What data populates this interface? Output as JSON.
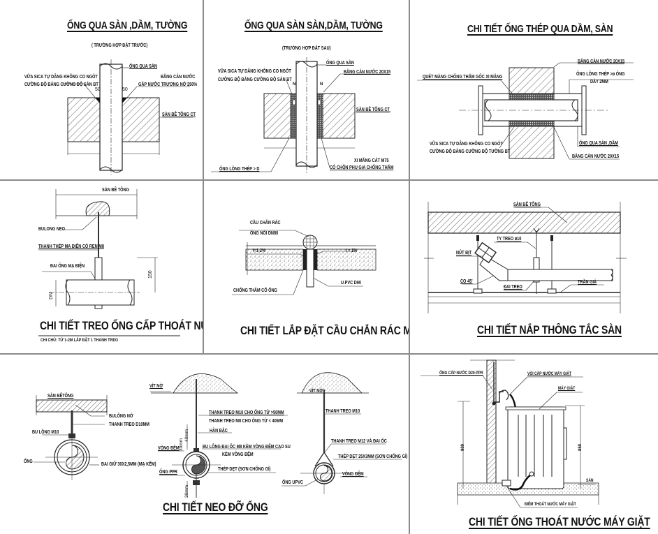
{
  "sheet": {
    "panels": [
      {
        "id": "pipe-through-slab-pre",
        "title": "ỐNG QUA SÀN ,DẦM, TƯỜNG",
        "subtitle": "( TRƯỜNG HỢP ĐẶT TRƯỚC)",
        "labels": {
          "pipe": "ỐNG QUA SÀN",
          "mortar_1": "VỮA SICA TỰ DÂNG KHÔNG CO NGÓT",
          "mortar_2": "CƯỜNG ĐỘ BẰNG CƯỜNG ĐỘ SÀN BT",
          "waterstop_1": "BĂNG CẢN NƯỚC",
          "waterstop_2": "GẶP NƯỚC TRƯƠNG NỞ 250%",
          "slab": "SÀN BÊ TÔNG CT",
          "dim_left": "50",
          "dim_right": "50"
        }
      },
      {
        "id": "pipe-through-slab-post",
        "title": "ỐNG QUA SÀN SÀN,DẦM, TƯỜNG",
        "subtitle": "(TRƯỜNG HỢP ĐẶT SAU)",
        "labels": {
          "pipe": "ỐNG QUA SÀN",
          "mortar_1": "VỮA SICA TỰ DÂNG KHÔNG CO NGÓT",
          "mortar_2": "CƯỜNG ĐỘ BẰNG CƯỜNG ĐỘ SÀN BT",
          "waterstop": "BĂNG CẢN NƯỚC 20X15",
          "slab": "SÀN BÊ TÔNG CT",
          "cement_1": "XI MĂNG CÁT M75",
          "cement_2": "CÓ CHỘN PHỤ GIA CHỐNG THẤM",
          "sleeve": "ỐNG LỒNG THÉP  >  D",
          "dim_left": "N",
          "dim_right": "N"
        }
      },
      {
        "id": "steel-pipe-through-beam",
        "title": "CHI TIẾT ỐNG THÉP QUA DẦM, SÀN",
        "labels": {
          "waterstop_top": "BĂNG CẢN NƯỚC 20X15",
          "coating": "QUÉT MÀNG CHỐNG THẤM GỐC XI MĂNG",
          "sleeve_1": "ỐNG LỒNG THÉP >ø ỐNG",
          "sleeve_2": "DÀY 2MM",
          "mortar_1": "VỮA SICA TỰ DÂNG KHÔNG CO NGÓT",
          "mortar_2": "CƯỜNG ĐỘ BẰNG CƯỜNG ĐỘ TƯỜNG BT",
          "pipe": "ỐNG QUA SÀN ,DẦM",
          "waterstop_bottom": "BĂNG CẢN NƯỚC 20X15"
        }
      },
      {
        "id": "pipe-hanger",
        "title": "CHI TIẾT TREO ỐNG CẤP THOÁT NƯỚC",
        "note": "CHI CHÚ: TỪ 1-2M LẮP ĐẶT 1 THANH TREO",
        "labels": {
          "slab": "SÀN BÊ TÔNG",
          "anchor": "BULONG NEO",
          "rod": "THANH THÉP MẠ ĐIỆN CÓ REN M8",
          "clamp": "ĐAI ỐNG MẠ ĐIỆN",
          "dim_150": "150",
          "dim_dn": "DN"
        }
      },
      {
        "id": "roof-drain-grate",
        "title": "CHI TIẾT LẮP ĐẶT CẦU CHẮN RÁC MÁI",
        "labels": {
          "grate_1": "CẦU CHẮN RÁC",
          "grate_2": "ỐNG NỐI DN80",
          "slope_left": "I=1-2%",
          "slope_right": "I = 1%",
          "waterproof": "CHỐNG THẤM CỔ ỐNG",
          "pipe": "U.PVC D90"
        }
      },
      {
        "id": "cleanout-floor",
        "title": "CHI TIẾT NẮP THÔNG TẮC SÀN",
        "labels": {
          "slab": "SÀN BÊ TÔNG",
          "rod": "TY TREO ø10",
          "plug": "NÚT BỊT",
          "elbow": "CO 45'",
          "hanger": "ĐAI TREO",
          "ceiling": "TRẦN GIẢ"
        }
      },
      {
        "id": "pipe-support",
        "title": "CHI TIẾT NEO ĐỠ ỐNG",
        "labels": {
          "a_slab": "SÀN BÊTÔNG",
          "a_anchor": "BULÔNG NỞ",
          "a_rod": "THANH TREO D10MM",
          "a_bolt": "BU LÔNG M10",
          "a_pipe": "ỐNG",
          "a_band": "ĐAI GIỮ 30X2,5MM (MẠ KẼM)",
          "b_anchor": "VÍT NỞ",
          "b_rod_1": "THANH TREO M10 CHO ỐNG TỪ >50MM",
          "b_rod_2": "THANH TREO M8 CHO ỐNG TỪ < 40MM",
          "b_weld": "HÀN ĐẶC",
          "b_bolt_1": "BU LÔNG ĐAI ỐC M8 KÈM VÒNG ĐỆM CAO SU",
          "b_bolt_2": "KÈM VÒNG ĐỆM",
          "b_washer": "VÒNG ĐỆM",
          "b_strap": "THÉP DẸT (SƠN CHỐNG GỈ)",
          "b_pipe": "ỐNG PPR",
          "b_dim_40": "40mm",
          "b_dim_30a": "30mm",
          "b_dim_30b": "30mm",
          "c_anchor": "VÍT NỞ",
          "c_rod": "THANH TREO M10",
          "c_rod_nut": "THANH TREO M12 VÀ ĐAI ỐC",
          "c_strap": "THÉP DẸT 25X3MM (SƠN CHỐNG GỈ)",
          "c_washer": "VÒNG ĐỆM",
          "c_pipe": "ỐNG UPVC"
        }
      },
      {
        "id": "washing-machine-drain",
        "title": "CHI TIẾT ỐNG THOÁT NƯỚC MÁY GIẶT",
        "labels": {
          "supply": "ỐNG CẤP NƯỚC D20-PPR",
          "tap": "VÒI CẤP NƯỚC MÁY GIẶT",
          "machine": "MÁY GIẶT",
          "floor": "SÀN",
          "drain": "ĐIỂM THOÁT NƯỚC MÁY GIẶT",
          "dim_left": "900",
          "dim_right": "850"
        }
      }
    ]
  }
}
